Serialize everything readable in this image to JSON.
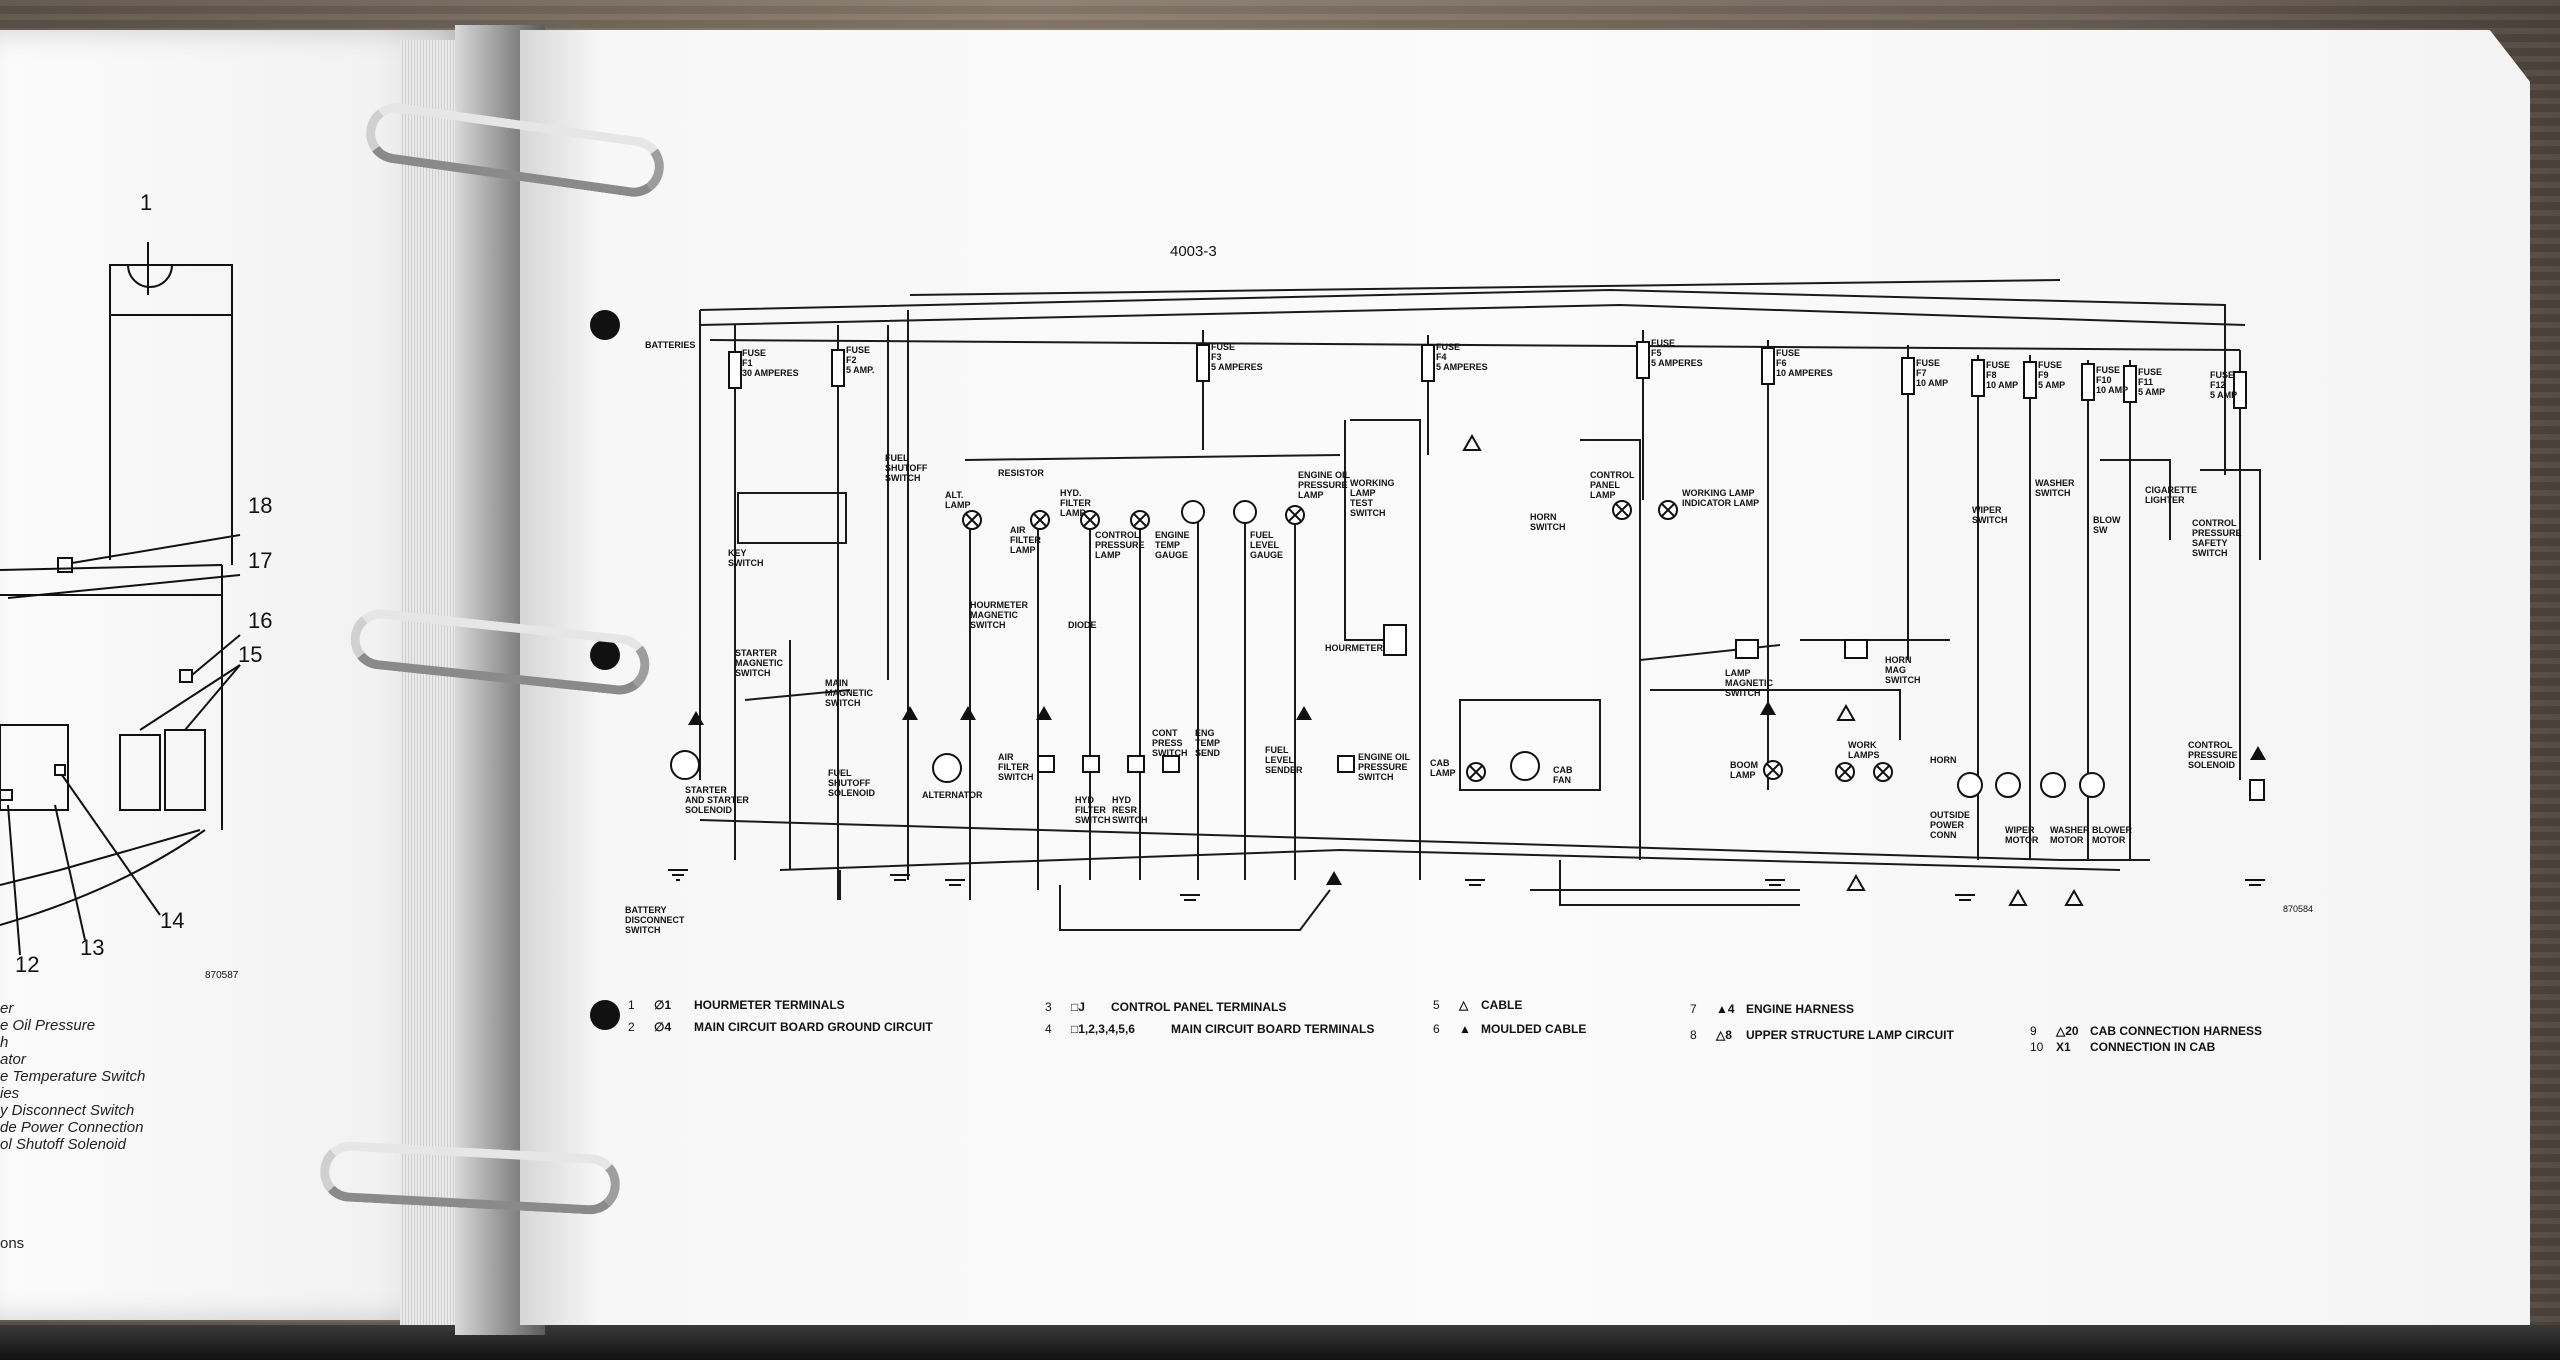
{
  "page_code": "4003-3",
  "left_page": {
    "callouts": [
      "1",
      "18",
      "17",
      "16",
      "15",
      "14",
      "13",
      "12"
    ],
    "drawing_number": "870587",
    "list_fragments": [
      "er",
      "e Oil Pressure",
      "h",
      "ator",
      "e Temperature Switch",
      "ies",
      "y Disconnect Switch",
      "de Power Connection",
      "ol Shutoff Solenoid",
      "ons"
    ]
  },
  "diagram": {
    "drawing_number": "870584",
    "fuses": [
      {
        "id": "F1",
        "label": "FUSE\nF1\n30 AMPERES"
      },
      {
        "id": "F2",
        "label": "FUSE\nF2\n5 AMP."
      },
      {
        "id": "F3",
        "label": "FUSE\nF3\n5 AMPERES"
      },
      {
        "id": "F4",
        "label": "FUSE\nF4\n5 AMPERES"
      },
      {
        "id": "F5",
        "label": "FUSE\nF5\n5 AMPERES"
      },
      {
        "id": "F6",
        "label": "FUSE\nF6\n10 AMPERES"
      },
      {
        "id": "F7",
        "label": "FUSE\nF7\n10 AMP"
      },
      {
        "id": "F8",
        "label": "FUSE\nF8\n10 AMP"
      },
      {
        "id": "F9",
        "label": "FUSE\nF9\n5 AMP"
      },
      {
        "id": "F10",
        "label": "FUSE\nF10\n10 AMP"
      },
      {
        "id": "F11",
        "label": "FUSE\nF11\n5 AMP"
      },
      {
        "id": "F12",
        "label": "FUSE\nF12\n5 AMP"
      }
    ],
    "components": [
      "BATTERIES",
      "BATTERY\nDISCONNECT\nSWITCH",
      "STARTER\nAND STARTER\nSOLENOID",
      "KEY\nSWITCH",
      "STARTER\nMAGNETIC\nSWITCH",
      "MAIN\nMAGNETIC\nSWITCH",
      "FUEL\nSHUTOFF\nSWITCH",
      "FUEL\nSHUTOFF\nSOLENOID",
      "ALTERNATOR",
      "ALT.\nLAMP",
      "RESISTOR",
      "AIR\nFILTER\nLAMP",
      "HYD.\nFILTER\nLAMP",
      "CONTROL\nPRESSURE\nLAMP",
      "ENGINE\nTEMP\nGAUGE",
      "FUEL\nLEVEL\nGAUGE",
      "ENGINE OIL\nPRESSURE\nLAMP",
      "WORKING\nLAMP\nTEST\nSWITCH",
      "HOURMETER\nMAGNETIC\nSWITCH",
      "DIODE",
      "HOURMETER",
      "AIR\nFILTER\nSWITCH",
      "HYD\nFILTER\nSWITCH",
      "HYD\nRESR\nSWITCH",
      "CONT\nPRESS\nSWITCH",
      "ENG\nTEMP\nSEND",
      "FUEL\nLEVEL\nSENDER",
      "ENGINE OIL\nPRESSURE\nSWITCH",
      "CAB\nLAMP",
      "CAB\nFAN",
      "CONTROL\nPANEL\nLAMP",
      "WORKING LAMP\nINDICATOR LAMP",
      "HORN\nSWITCH",
      "LAMP\nMAGNETIC\nSWITCH",
      "BOOM\nLAMP",
      "WORK\nLAMPS",
      "HORN\nMAG\nSWITCH",
      "HORN",
      "OUTSIDE\nPOWER\nCONN",
      "WIPER\nSWITCH",
      "WASHER\nSWITCH",
      "BLOW\nSW",
      "CIGARETTE\nLIGHTER",
      "CONTROL\nPRESSURE\nSAFETY\nSWITCH",
      "WIPER\nMOTOR",
      "WASHER\nMOTOR",
      "BLOWER\nMOTOR",
      "CONTROL\nPRESSURE\nSOLENOID"
    ]
  },
  "legend": [
    {
      "num": "1",
      "symbol": "∅1",
      "text": "HOURMETER TERMINALS"
    },
    {
      "num": "2",
      "symbol": "∅4",
      "text": "MAIN CIRCUIT BOARD GROUND CIRCUIT"
    },
    {
      "num": "3",
      "symbol": "□J",
      "text": "CONTROL PANEL TERMINALS"
    },
    {
      "num": "4",
      "symbol": "□1,2,3,4,5,6",
      "text": "MAIN CIRCUIT BOARD TERMINALS"
    },
    {
      "num": "5",
      "symbol": "△",
      "text": "CABLE"
    },
    {
      "num": "6",
      "symbol": "▲",
      "text": "MOULDED CABLE"
    },
    {
      "num": "7",
      "symbol": "▲4",
      "text": "ENGINE HARNESS"
    },
    {
      "num": "8",
      "symbol": "△8",
      "text": "UPPER STRUCTURE LAMP CIRCUIT"
    },
    {
      "num": "9",
      "symbol": "△20",
      "text": "CAB CONNECTION HARNESS"
    },
    {
      "num": "10",
      "symbol": "X1",
      "text": "CONNECTION IN CAB"
    }
  ]
}
